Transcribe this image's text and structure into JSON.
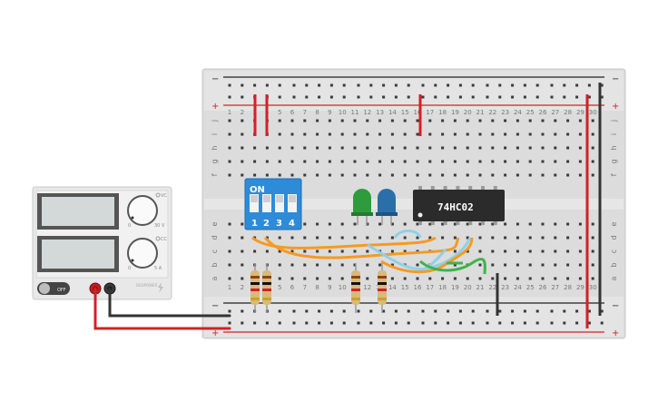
{
  "ic": {
    "label": "74HC02"
  },
  "dip_switch": {
    "on_label": "ON",
    "switch_labels": [
      "1",
      "2",
      "3",
      "4"
    ]
  },
  "power_supply": {
    "voltage_label": "30 V",
    "current_label": "5 A",
    "v_mark": "VC",
    "c_mark": "CC",
    "knob_zero": "0",
    "switch_label": "OFF",
    "brand": "DIGIPOWER",
    "accent": "#d9d9d9"
  },
  "breadboard": {
    "columns": [
      "1",
      "2",
      "3",
      "4",
      "5",
      "6",
      "7",
      "8",
      "9",
      "10",
      "11",
      "12",
      "13",
      "14",
      "15",
      "16",
      "17",
      "18",
      "19",
      "20",
      "21",
      "22",
      "23",
      "24",
      "25",
      "26",
      "27",
      "28",
      "29",
      "30"
    ],
    "rows_top": [
      "j",
      "i",
      "h",
      "g",
      "f"
    ],
    "rows_bottom": [
      "e",
      "d",
      "c",
      "b",
      "a"
    ],
    "minus": "−",
    "plus": "+"
  },
  "colors": {
    "wire_red": "#d42027",
    "wire_black": "#333333",
    "wire_orange": "#f59a23",
    "wire_blue": "#8fd0e8",
    "wire_green": "#3fb34a",
    "led_green": "#2e9c3c",
    "led_blue": "#2a6fa8",
    "dip_blue": "#2e8bd8"
  }
}
